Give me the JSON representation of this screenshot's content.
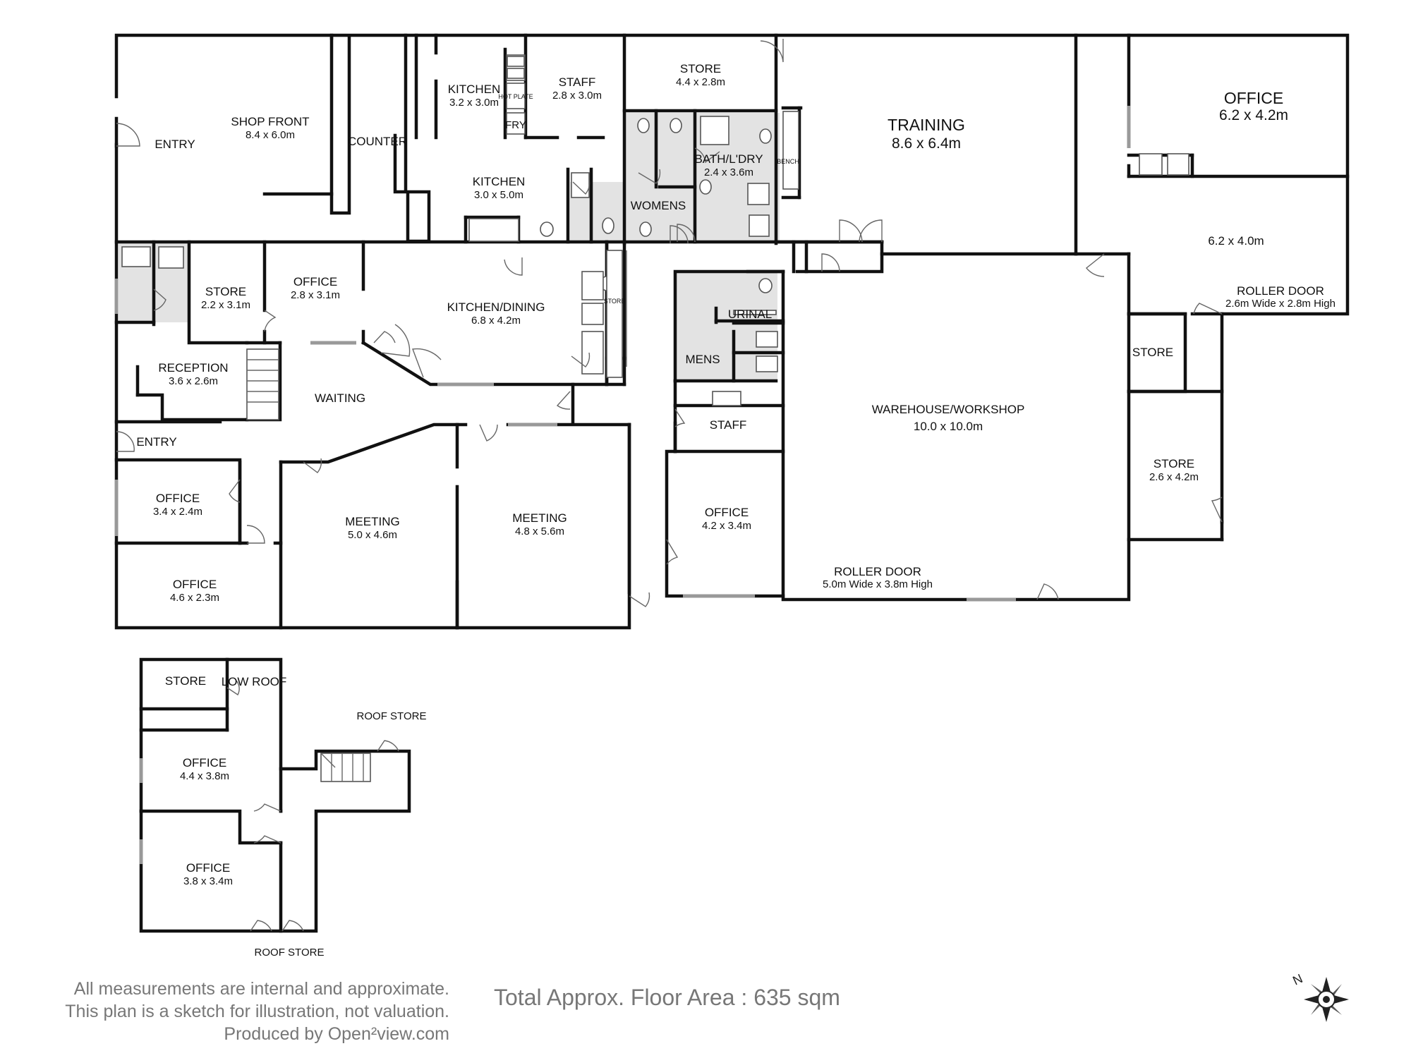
{
  "rooms": [
    {
      "id": "shop-front",
      "name": "SHOP FRONT",
      "dims": "8.4 x 6.0m"
    },
    {
      "id": "entry-top",
      "name": "ENTRY",
      "dims": ""
    },
    {
      "id": "counter",
      "name": "COUNTER",
      "dims": ""
    },
    {
      "id": "kitchen-small",
      "name": "KITCHEN",
      "dims": "3.2 x 3.0m"
    },
    {
      "id": "hot-plate",
      "name": "HOT PLATE",
      "dims": ""
    },
    {
      "id": "fry",
      "name": "FRY",
      "dims": ""
    },
    {
      "id": "staff-top",
      "name": "STAFF",
      "dims": "2.8 x 3.0m"
    },
    {
      "id": "kitchen-main",
      "name": "KITCHEN",
      "dims": "3.0 x 5.0m"
    },
    {
      "id": "store-top",
      "name": "STORE",
      "dims": "4.4 x 2.8m"
    },
    {
      "id": "womens",
      "name": "WOMENS",
      "dims": ""
    },
    {
      "id": "bath-laundry",
      "name": "BATH/L'DRY",
      "dims": "2.4 x 3.6m"
    },
    {
      "id": "bench",
      "name": "BENCH",
      "dims": ""
    },
    {
      "id": "training",
      "name": "TRAINING",
      "dims": "8.6 x 6.4m"
    },
    {
      "id": "office-ne",
      "name": "OFFICE",
      "dims": "6.2 x 4.2m"
    },
    {
      "id": "room-6240",
      "name": "",
      "dims": "6.2 x 4.0m"
    },
    {
      "id": "roller-door-ne",
      "name": "ROLLER DOOR",
      "dims": "2.6m Wide x 2.8m High"
    },
    {
      "id": "store-22",
      "name": "STORE",
      "dims": "2.2 x 3.1m"
    },
    {
      "id": "office-2831",
      "name": "OFFICE",
      "dims": "2.8 x 3.1m"
    },
    {
      "id": "kitchen-dining",
      "name": "KITCHEN/DINING",
      "dims": "6.8 x 4.2m"
    },
    {
      "id": "store-tiny",
      "name": "STORE",
      "dims": ""
    },
    {
      "id": "urinal",
      "name": "URINAL",
      "dims": ""
    },
    {
      "id": "mens",
      "name": "MENS",
      "dims": ""
    },
    {
      "id": "reception",
      "name": "RECEPTION",
      "dims": "3.6 x 2.6m"
    },
    {
      "id": "waiting",
      "name": "WAITING",
      "dims": ""
    },
    {
      "id": "entry-left",
      "name": "ENTRY",
      "dims": ""
    },
    {
      "id": "staff-mid",
      "name": "STAFF",
      "dims": ""
    },
    {
      "id": "warehouse",
      "name": "WAREHOUSE/WORKSHOP",
      "dims": "10.0 x 10.0m"
    },
    {
      "id": "store-east",
      "name": "STORE",
      "dims": ""
    },
    {
      "id": "store-2642",
      "name": "STORE",
      "dims": "2.6 x 4.2m"
    },
    {
      "id": "office-3424",
      "name": "OFFICE",
      "dims": "3.4 x 2.4m"
    },
    {
      "id": "meeting-5046",
      "name": "MEETING",
      "dims": "5.0 x 4.6m"
    },
    {
      "id": "meeting-4856",
      "name": "MEETING",
      "dims": "4.8 x 5.6m"
    },
    {
      "id": "office-4234",
      "name": "OFFICE",
      "dims": "4.2 x 3.4m"
    },
    {
      "id": "office-4623",
      "name": "OFFICE",
      "dims": "4.6 x 2.3m"
    },
    {
      "id": "roller-door-wh",
      "name": "ROLLER DOOR",
      "dims": "5.0m Wide x 3.8m High"
    },
    {
      "id": "store-upper",
      "name": "STORE",
      "dims": ""
    },
    {
      "id": "low-roof",
      "name": "LOW ROOF",
      "dims": ""
    },
    {
      "id": "roof-store-1",
      "name": "ROOF STORE",
      "dims": ""
    },
    {
      "id": "office-4438",
      "name": "OFFICE",
      "dims": "4.4 x 3.8m"
    },
    {
      "id": "office-3834",
      "name": "OFFICE",
      "dims": "3.8 x 3.4m"
    },
    {
      "id": "roof-store-2",
      "name": "ROOF STORE",
      "dims": ""
    }
  ],
  "notes": {
    "line1": "All measurements are internal and approximate.",
    "line2": "This plan is a sketch for illustration, not valuation.",
    "line3": "Produced by Open²view.com"
  },
  "total_area": "Total Approx. Floor Area : 635 sqm",
  "compass": {
    "label": "N"
  }
}
